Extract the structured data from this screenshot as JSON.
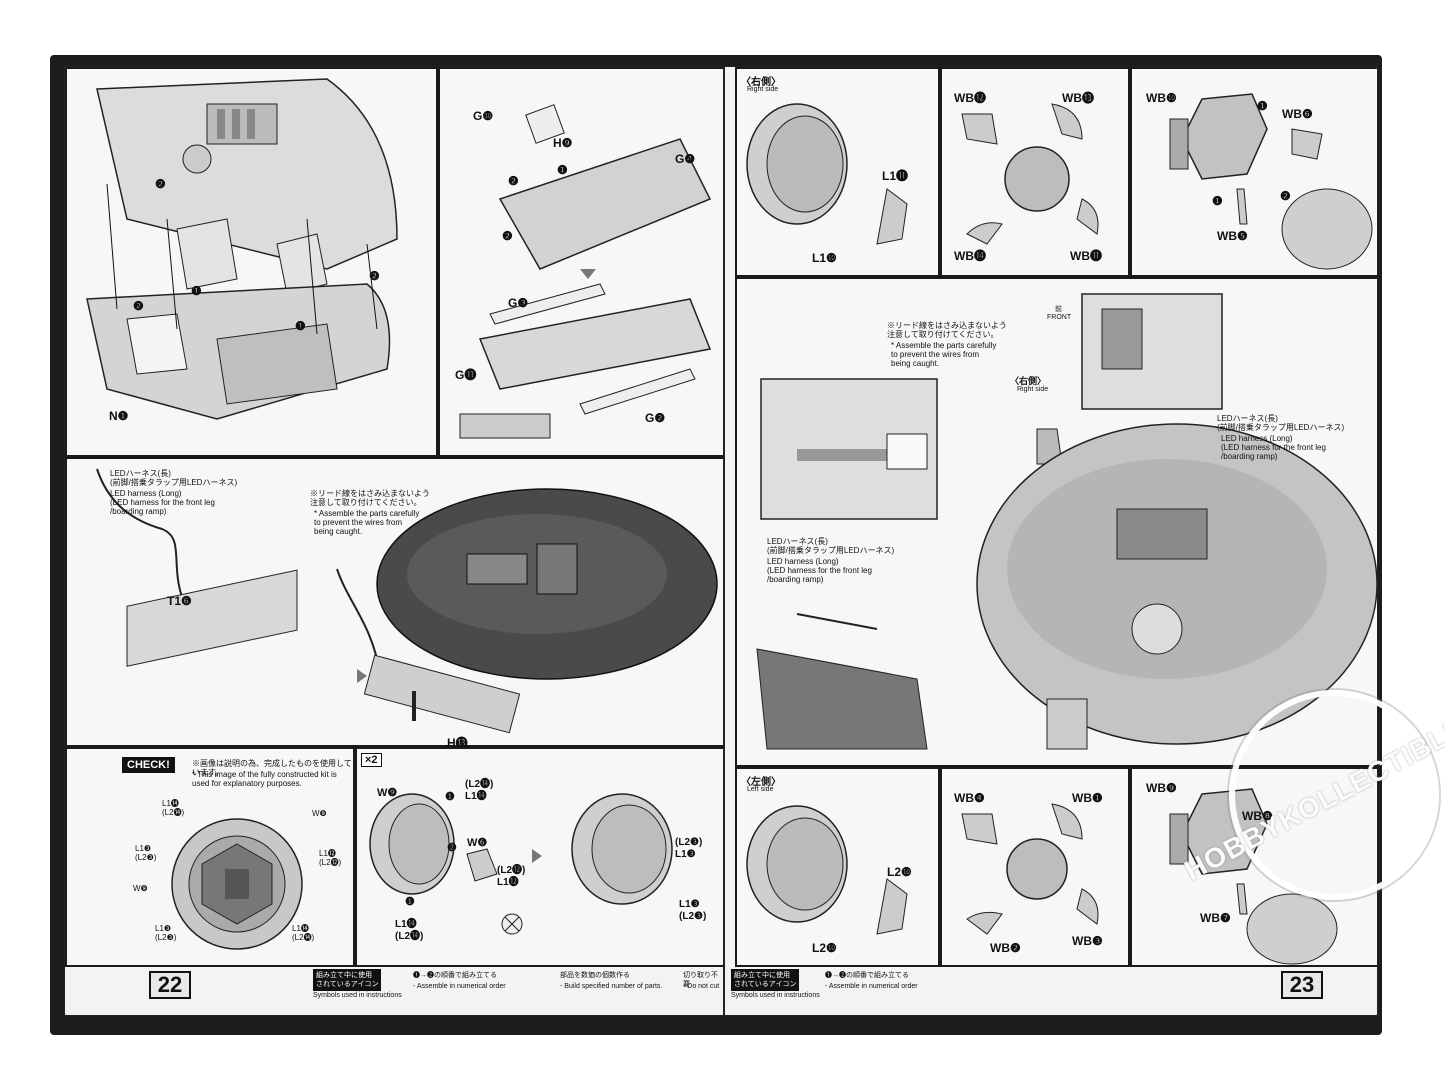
{
  "left_page": {
    "page_number": "22",
    "top_left": {
      "labels": [
        "N❶"
      ],
      "steps": [
        "❷",
        "❶",
        "❷",
        "❶",
        "❷"
      ]
    },
    "top_right": {
      "labels": [
        "G❿",
        "H❾",
        "G❹",
        "G❸",
        "G⓫",
        "G❷"
      ],
      "steps": [
        "❷",
        "❶",
        "❷"
      ]
    },
    "middle": {
      "harness_jp": "LEDハーネス(長)\n(前脚/搭乗タラップ用LEDハーネス)",
      "harness_en": "LED harness (Long)\n(LED harness for the front leg\n/boarding ramp)",
      "caution_jp": "※リード線をはさみ込まないよう\n注意して取り付けてください。",
      "caution_en": "* Assemble the parts carefully\nto prevent the wires from\nbeing caught.",
      "labels": [
        "T1❻",
        "H⓭"
      ]
    },
    "bottom": {
      "check_title": "CHECK!",
      "check_jp": "※画像は説明の為、完成したものを使用しています。",
      "check_en": "* This image of the fully constructed kit is\nused for explanatory purposes.",
      "multiplier": "×2",
      "check_labels": [
        "L1⓮\n(L2⓮)",
        "W❾",
        "L1❸\n(L2❸)",
        "L1⓬\n(L2⓬)",
        "W❾",
        "L1❸\n(L2❸)",
        "L1⓮\n(L2⓮)"
      ],
      "step_labels": [
        "W❾",
        "❶",
        "(L2⓮)\nL1⓮",
        "❷",
        "W❻",
        "(L2⓬)\nL1⓬",
        "❶",
        "L1⓮\n(L2⓮)",
        "(L2❸)\nL1❸",
        "L1❸\n(L2❸)"
      ]
    },
    "footer": {
      "symbols_jp": "組み立て中に使用\nされているアイコン",
      "symbols_en": "Symbols used in instructions",
      "order_jp": "❶→❷の順番で組み立てる",
      "order_en": "- Assemble in numerical order",
      "multiply_jp": "部品を数価の個数作る",
      "multiply_en": "- Build specified number of parts.",
      "cut_jp": "切り取り不要",
      "cut_en": "- Do not cut"
    }
  },
  "right_page": {
    "page_number": "23",
    "top": {
      "side_jp": "〈右側〉",
      "side_en": "Right side",
      "labels_a": [
        "L1⓫",
        "L1❿"
      ],
      "labels_b": [
        "WB⓬",
        "WB⓭",
        "WB⓮",
        "WB⓫"
      ],
      "labels_c": [
        "WB❿",
        "❶",
        "WB❻",
        "❶",
        "❷",
        "WB❺"
      ]
    },
    "middle": {
      "caution_jp": "※リード線をはさみ込まないよう\n注意して取り付けてください。",
      "caution_en": "* Assemble the parts carefully\nto prevent the wires from\nbeing caught.",
      "side_jp": "〈右側〉",
      "side_en": "Right side",
      "front_jp": "前",
      "front_en": "FRONT",
      "harness_jp_1": "LEDハーネス(長)\n(前脚/搭乗タラップ用LEDハーネス)",
      "harness_en_1": "LED harness (Long)\n(LED harness for the front leg\n/boarding ramp)",
      "harness_jp_2": "LEDハーネス(長)\n(前脚/搭乗タラップ用LEDハーネス)",
      "harness_en_2": "LED harness (Long)\n(LED harness for the front leg\n/boarding ramp)"
    },
    "bottom": {
      "side_jp": "〈左側〉",
      "side_en": "Left side",
      "labels_a": [
        "L2❿",
        "L2❿"
      ],
      "labels_b": [
        "WB❹",
        "WB❶",
        "WB❷",
        "WB❸"
      ],
      "labels_c": [
        "WB❾",
        "WB❽",
        "WB❼"
      ]
    },
    "footer": {
      "symbols_jp": "組み立て中に使用\nされているアイコン",
      "symbols_en": "Symbols used in instructions",
      "order_jp": "❶→❷の順番で組み立てる",
      "order_en": "- Assemble in numerical order"
    }
  },
  "watermark": "HOBBYKOLLECTIBLES"
}
